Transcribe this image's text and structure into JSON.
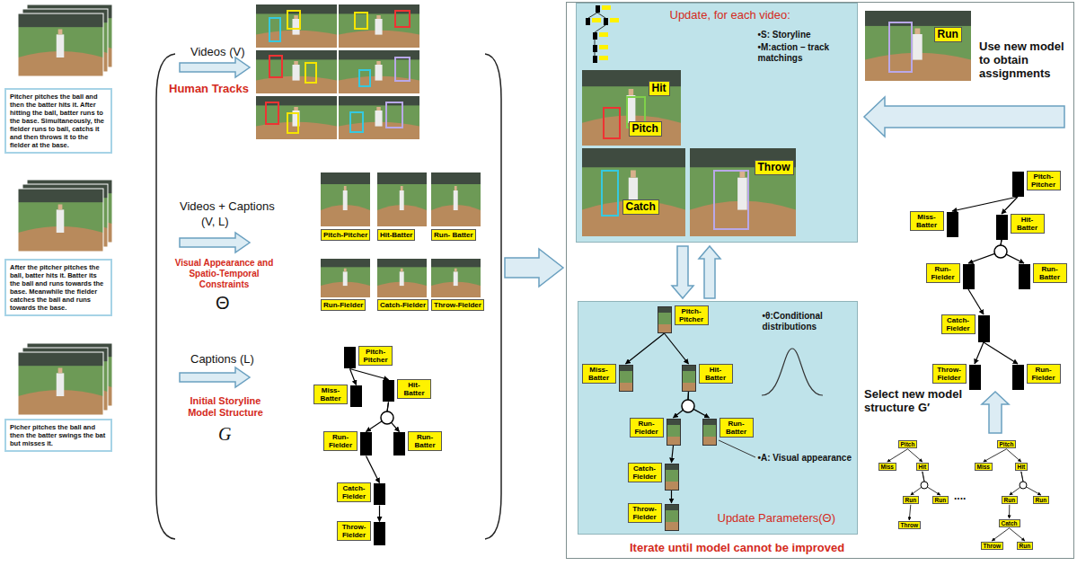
{
  "diagram": {
    "nodes": [
      {
        "text": [
          "Pitcher pitches the ball and then the batter hits it. After hitting the ball, batter runs to the base. Simultaneously, the fielder runs to ball, catchs it and then throws it to the fielder at the base."
        ]
      },
      {
        "text": [
          "After the pitcher pitches the ball, batter hits it. Batter its the ball and runs towards the base. Meanwhile the fielder catches the ball and runs towards the base."
        ]
      },
      {
        "text": [
          "Picher pitches the ball and then the batter swings the bat but misses it."
        ]
      },
      {
        "text": [
          "Pitch-Pitcher"
        ]
      },
      {
        "text": [
          "Hit-Batter"
        ]
      },
      {
        "text": [
          "Run- Batter"
        ]
      },
      {
        "text": [
          "Run-Fielder"
        ]
      },
      {
        "text": [
          "Catch-Fielder"
        ]
      },
      {
        "text": [
          "Throw-Fielder"
        ]
      },
      {
        "text": [
          "Pitch-Pitcher"
        ]
      },
      {
        "text": [
          "Miss-Batter"
        ]
      },
      {
        "text": [
          "Hit-Batter"
        ]
      },
      {
        "text": [
          "Run-Fielder"
        ]
      },
      {
        "text": [
          "Run-Batter"
        ]
      },
      {
        "text": [
          "Catch-Fielder"
        ]
      },
      {
        "text": [
          "Throw-Fielder"
        ]
      },
      {
        "text": [
          "Iterate until model cannot be improved"
        ]
      },
      {
        "text": [
          "Update, for each video:",
          "•S: Storyline",
          "•M:action – track matchings"
        ],
        "in": 16
      },
      {
        "text": [
          "Hit"
        ],
        "in": 17
      },
      {
        "text": [
          "Pitch"
        ],
        "in": 17
      },
      {
        "text": [
          "Catch"
        ],
        "in": 17
      },
      {
        "text": [
          "Throw"
        ],
        "in": 17
      },
      {
        "text": [
          "•θ:Conditional distributions",
          "•A: Visual appearance",
          "Update Parameters(Θ)"
        ],
        "in": 16
      },
      {
        "text": [
          "Pitch-Pitcher"
        ],
        "in": 22
      },
      {
        "text": [
          "Miss-Batter"
        ],
        "in": 22
      },
      {
        "text": [
          "Hit-Batter"
        ],
        "in": 22
      },
      {
        "text": [
          "Run-Fielder"
        ],
        "in": 22
      },
      {
        "text": [
          "Run-Batter"
        ],
        "in": 22
      },
      {
        "text": [
          "Catch-Fielder"
        ],
        "in": 22
      },
      {
        "text": [
          "Throw-Fielder"
        ],
        "in": 22
      },
      {
        "text": [
          "Run"
        ],
        "in": 16
      },
      {
        "text": [
          "Pitch-Pitcher"
        ],
        "in": 16
      },
      {
        "text": [
          "Miss-Batter"
        ],
        "in": 16
      },
      {
        "text": [
          "Hit-Batter"
        ],
        "in": 16
      },
      {
        "text": [
          "Run-Fielder"
        ],
        "in": 16
      },
      {
        "text": [
          "Run-Batter"
        ],
        "in": 16
      },
      {
        "text": [
          "Catch-Fielder"
        ],
        "in": 16
      },
      {
        "text": [
          "Throw-Fielder"
        ],
        "in": 16
      },
      {
        "text": [
          "Run-Fielder"
        ],
        "in": 16
      },
      {
        "text": [
          "Pitch"
        ],
        "in": 16
      },
      {
        "text": [
          "Miss"
        ],
        "in": 16
      },
      {
        "text": [
          "Hit"
        ],
        "in": 16
      },
      {
        "text": [
          "Run"
        ],
        "in": 16
      },
      {
        "text": [
          "Run"
        ],
        "in": 16
      },
      {
        "text": [
          "Throw"
        ],
        "in": 16
      },
      {
        "text": [
          "Pitch"
        ],
        "in": 16
      },
      {
        "text": [
          "Miss"
        ],
        "in": 16
      },
      {
        "text": [
          "Hit"
        ],
        "in": 16
      },
      {
        "text": [
          "Run"
        ],
        "in": 16
      },
      {
        "text": [
          "Run"
        ],
        "in": 16
      },
      {
        "text": [
          "Catch"
        ],
        "in": 16
      },
      {
        "text": [
          "Throw"
        ],
        "in": 16
      },
      {
        "text": [
          "Run"
        ],
        "in": 16
      }
    ],
    "edges": [
      {
        "from": 9,
        "to": 10,
        "arrow": "to"
      },
      {
        "from": 9,
        "to": 11,
        "arrow": "to"
      },
      {
        "from": 11,
        "to": 12,
        "arrow": "to"
      },
      {
        "from": 11,
        "to": 13,
        "arrow": "to"
      },
      {
        "from": 12,
        "to": 14,
        "arrow": "to"
      },
      {
        "from": 14,
        "to": 15,
        "arrow": "to"
      },
      {
        "from": 23,
        "to": 24,
        "arrow": "to"
      },
      {
        "from": 23,
        "to": 25,
        "arrow": "to"
      },
      {
        "from": 25,
        "to": 26,
        "arrow": "to"
      },
      {
        "from": 25,
        "to": 27,
        "arrow": "to"
      },
      {
        "from": 26,
        "to": 28,
        "arrow": "to"
      },
      {
        "from": 28,
        "to": 29,
        "arrow": "to"
      },
      {
        "from": 31,
        "to": 32,
        "arrow": "to"
      },
      {
        "from": 31,
        "to": 33,
        "arrow": "to"
      },
      {
        "from": 33,
        "to": 34,
        "arrow": "to"
      },
      {
        "from": 33,
        "to": 35,
        "arrow": "to"
      },
      {
        "from": 34,
        "to": 36,
        "arrow": "to"
      },
      {
        "from": 36,
        "to": 37,
        "arrow": "to"
      },
      {
        "from": 36,
        "to": 38,
        "arrow": "to"
      },
      {
        "from": 39,
        "to": 40,
        "arrow": "to"
      },
      {
        "from": 39,
        "to": 41,
        "arrow": "to"
      },
      {
        "from": 41,
        "to": 42,
        "arrow": "to"
      },
      {
        "from": 41,
        "to": 43,
        "arrow": "to"
      },
      {
        "from": 42,
        "to": 44,
        "arrow": "to"
      },
      {
        "from": 45,
        "to": 46,
        "arrow": "to"
      },
      {
        "from": 45,
        "to": 47,
        "arrow": "to"
      },
      {
        "from": 47,
        "to": 48,
        "arrow": "to"
      },
      {
        "from": 47,
        "to": 49,
        "arrow": "to"
      },
      {
        "from": 48,
        "to": 50,
        "arrow": "to"
      },
      {
        "from": 50,
        "to": 51,
        "arrow": "to"
      },
      {
        "from": 50,
        "to": 52,
        "arrow": "to"
      }
    ],
    "labels": [
      "Videos (V)",
      "Human Tracks",
      "Videos + Captions",
      "(V, L)",
      "Visual Appearance and Spatio-Temporal Constraints",
      "Θ",
      "Captions (L)",
      "Initial Storyline Model Structure",
      "G",
      "Use new model to obtain assignments",
      "Select new model structure G′",
      "...."
    ]
  }
}
